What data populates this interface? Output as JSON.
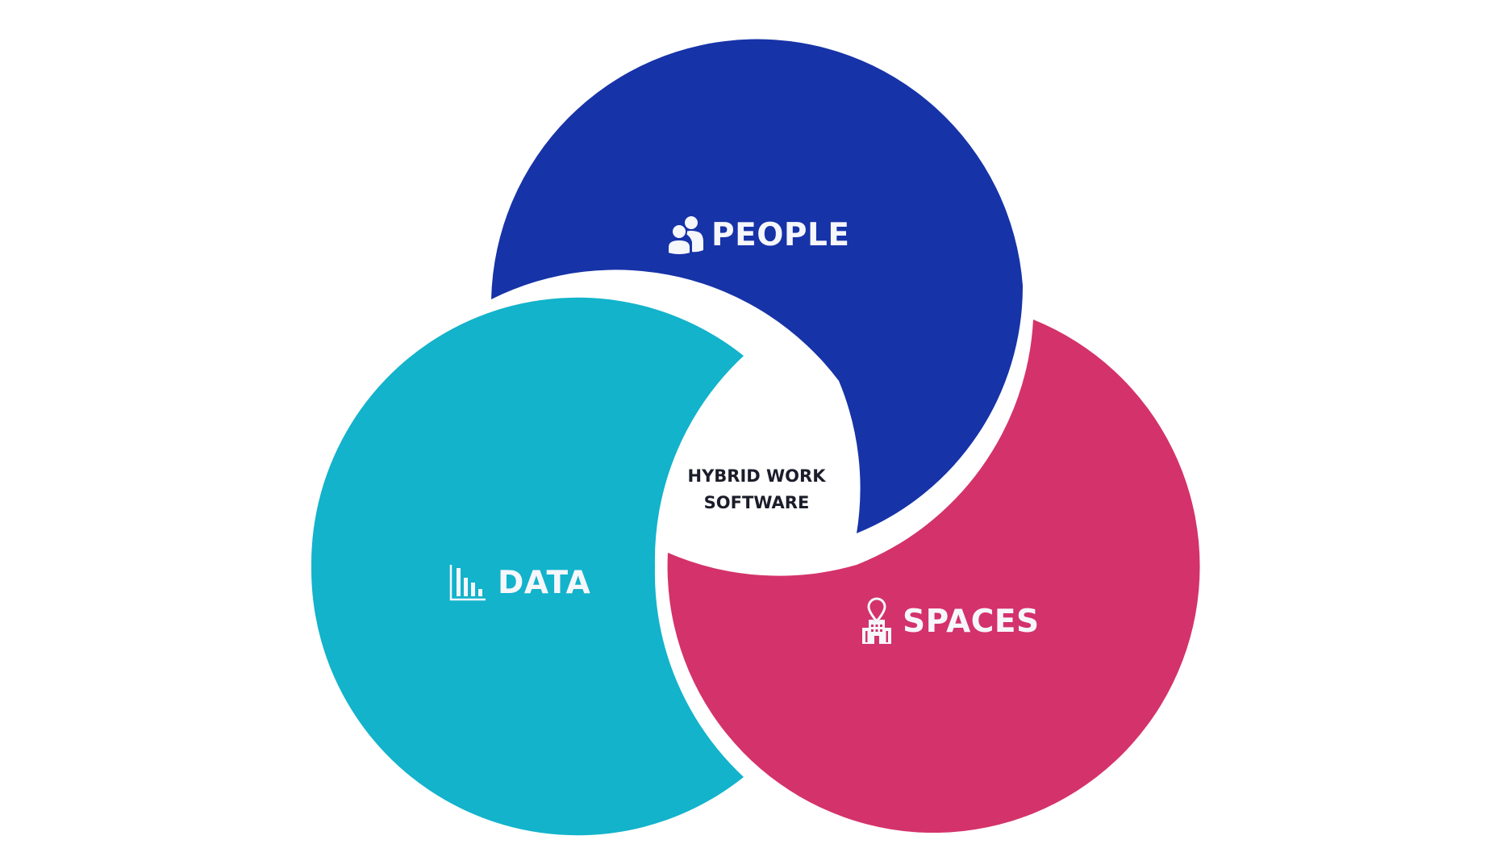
{
  "diagram": {
    "type": "venn",
    "center_label": {
      "line1": "HYBRID WORK",
      "line2": "SOFTWARE"
    },
    "circles": [
      {
        "id": "people",
        "label": "PEOPLE",
        "icon": "people-icon",
        "color": "#1733a8"
      },
      {
        "id": "data",
        "label": "DATA",
        "icon": "bar-chart-icon",
        "color": "#12b3cb"
      },
      {
        "id": "spaces",
        "label": "SPACES",
        "icon": "building-location-icon",
        "color": "#d4326a"
      }
    ],
    "background": "#ffffff",
    "gap_color": "#ffffff"
  }
}
